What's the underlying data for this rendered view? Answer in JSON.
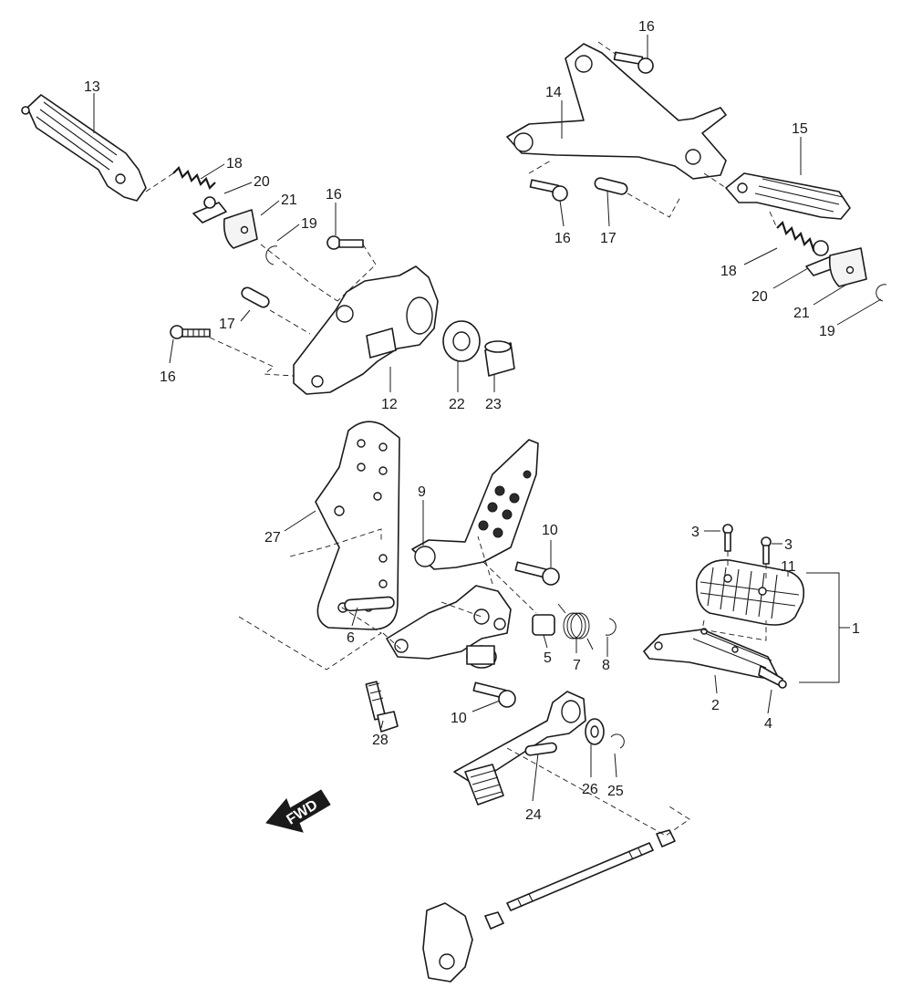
{
  "callouts": {
    "c13": "13",
    "c18a": "18",
    "c20a": "20",
    "c21a": "21",
    "c19a": "19",
    "c16a": "16",
    "c17a": "17",
    "c16b": "16",
    "c12": "12",
    "c22": "22",
    "c23": "23",
    "c16c": "16",
    "c14": "14",
    "c15": "15",
    "c16d": "16",
    "c17b": "17",
    "c18b": "18",
    "c20b": "20",
    "c21b": "21",
    "c19b": "19",
    "c27": "27",
    "c9": "9",
    "c10a": "10",
    "c6": "6",
    "c5": "5",
    "c7": "7",
    "c8": "8",
    "c28": "28",
    "c10b": "10",
    "c26": "26",
    "c25": "25",
    "c24": "24",
    "c3a": "3",
    "c3b": "3",
    "c11": "11",
    "c1": "1",
    "c2": "2",
    "c4": "4"
  },
  "fwd_arrow": {
    "label": "FWD"
  },
  "colors": {
    "line": "#1a1a1a",
    "background": "#ffffff",
    "arrow_fill": "#1a1a1a"
  }
}
